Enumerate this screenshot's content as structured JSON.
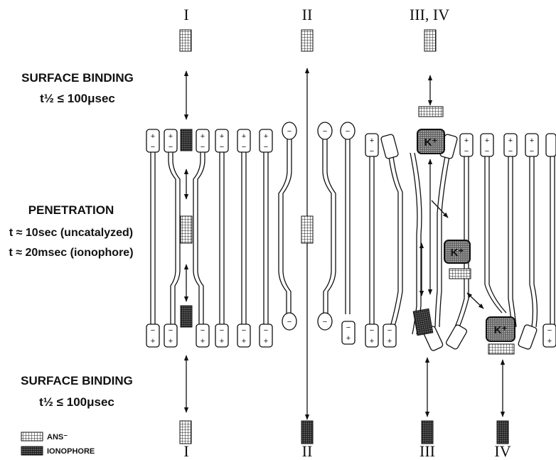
{
  "columns": {
    "top": [
      "I",
      "II",
      "III, IV"
    ],
    "bottom": [
      "I",
      "II",
      "III",
      "IV"
    ]
  },
  "labels": {
    "surface_binding_top": "SURFACE BINDING",
    "surface_binding_top_time": "t½ ≤ 100μsec",
    "penetration": "PENETRATION",
    "penetration_uncatalyzed": "t ≈ 10sec (uncatalyzed)",
    "penetration_ionophore": "t ≈ 20msec (ionophore)",
    "surface_binding_bottom": "SURFACE BINDING",
    "surface_binding_bottom_time": "t½ ≤ 100μsec"
  },
  "legend": {
    "ans": "ANS⁻",
    "ionophore": "IONOPHORE"
  },
  "ion_label": "K⁺",
  "colors": {
    "ink": "#111111",
    "ans_fill": "#c8c8c8",
    "ionophore_fill": "#7a7a7a",
    "k_complex_fill": "#5a5a5a"
  }
}
